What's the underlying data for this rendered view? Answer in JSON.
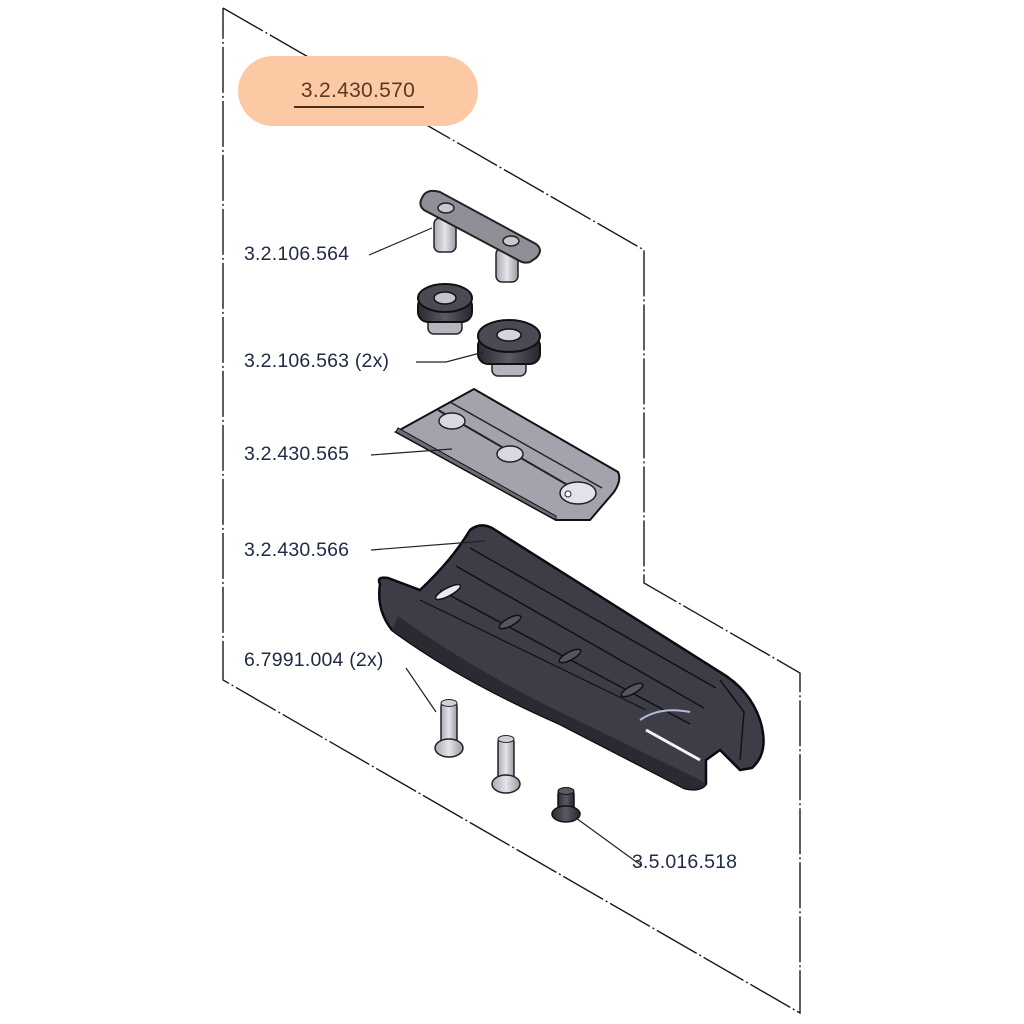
{
  "assembly": {
    "part_number": "3.2.430.570",
    "badge_color": "#fcc9a5"
  },
  "callouts": [
    {
      "id": "plate-bracket",
      "label": "3.2.106.564",
      "qty": ""
    },
    {
      "id": "knurled-nut",
      "label": "3.2.106.563 (2x)",
      "qty": "2x"
    },
    {
      "id": "slide-plate",
      "label": "3.2.430.565",
      "qty": ""
    },
    {
      "id": "rail-housing",
      "label": "3.2.430.566",
      "qty": ""
    },
    {
      "id": "long-screw",
      "label": "6.7991.004 (2x)",
      "qty": "2x"
    },
    {
      "id": "short-screw",
      "label": "3.5.016.518",
      "qty": ""
    }
  ],
  "colors": {
    "label_text": "#1f2a44",
    "part_dark": "#3a3a44",
    "part_light": "#c9c9cf",
    "outline": "#111111"
  }
}
